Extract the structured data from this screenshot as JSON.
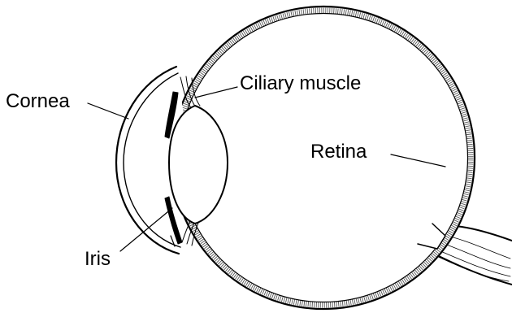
{
  "labels": {
    "cornea": "Cornea",
    "ciliary_muscle": "Ciliary muscle",
    "retina": "Retina",
    "iris": "Iris"
  },
  "colors": {
    "line": "#000000",
    "background": "#ffffff"
  }
}
